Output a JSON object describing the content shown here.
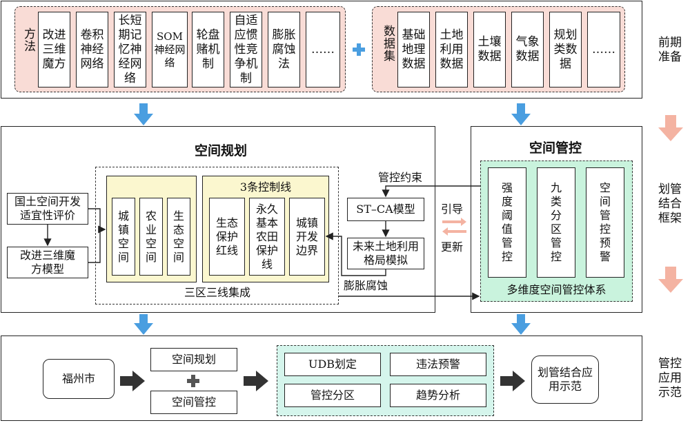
{
  "prep": {
    "methods_label": "方法",
    "methods": [
      "改进三维魔方",
      "卷积神经网络",
      "长短期记忆神经网络",
      "SOM神经网络",
      "轮盘赌机制",
      "自适应惯性竞争机制",
      "膨胀腐蚀法",
      "……"
    ],
    "data_label": "数据集",
    "datasets": [
      "基础地理数据",
      "土地利用数据",
      "土壤数据",
      "气象数据",
      "规划类数据",
      "……"
    ],
    "side": "前期准备"
  },
  "planning": {
    "title": "空间规划",
    "eval": "国土空间开发适宜性评价",
    "model": "改进三维魔方模型",
    "three_space_title": "3类空间",
    "three_spaces": [
      "城镇空间",
      "农业空间",
      "生态空间"
    ],
    "three_lines_title": "3条控制线",
    "three_lines": [
      "生态保护红线",
      "永久基本农田保护线",
      "城镇开发边界"
    ],
    "integration": "三区三线集成",
    "constraint": "管控约束",
    "stca": "ST–CA模型",
    "future": "未来土地利用格局模拟",
    "dilate": "膨胀腐蚀"
  },
  "guide": {
    "guide": "引导",
    "update": "更新"
  },
  "control": {
    "title": "空间管控",
    "items": [
      "强度阈值管控",
      "九类分区管控",
      "空间管控预警"
    ],
    "system": "多维度空间管控体系"
  },
  "framework_side": "划管结合框架",
  "demo": {
    "city": "福州市",
    "plan": "空间规划",
    "ctrl": "空间管控",
    "items": [
      "UDB划定",
      "违法预警",
      "管控分区",
      "趋势分析"
    ],
    "result": "划管结合应用示范",
    "side": "管控应用示范"
  },
  "colors": {
    "pink": "#f9dcd6",
    "green": "#c9f3dd",
    "aqua": "#d5f5ec",
    "cream": "#fbf7cf",
    "blue_arrow": "#4a9ee0",
    "salmon_arrow": "#f4b3a2"
  }
}
